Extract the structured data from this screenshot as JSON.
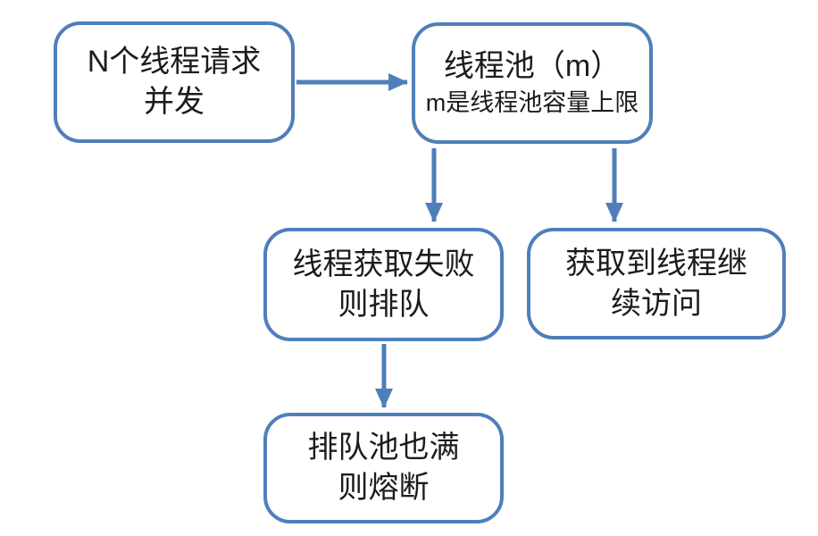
{
  "colors": {
    "border": "#4f7fba",
    "arrow": "#4f7fba",
    "text": "#1c1c1c",
    "node_bg": "#ffffff",
    "canvas_bg": "#ffffff"
  },
  "nodes": [
    {
      "id": "concurrent-requests",
      "line1": "N个线程请求",
      "line2": "并发"
    },
    {
      "id": "thread-pool",
      "line1": "线程池（m）",
      "line2": "m是线程池容量上限"
    },
    {
      "id": "queue-on-failure",
      "line1": "线程获取失败",
      "line2": "则排队"
    },
    {
      "id": "continue-access",
      "line1": "获取到线程继",
      "line2": "续访问"
    },
    {
      "id": "circuit-break",
      "line1": "排队池也满",
      "line2": "则熔断"
    }
  ],
  "edges": [
    {
      "from": "concurrent-requests",
      "to": "thread-pool"
    },
    {
      "from": "thread-pool",
      "to": "queue-on-failure"
    },
    {
      "from": "thread-pool",
      "to": "continue-access"
    },
    {
      "from": "queue-on-failure",
      "to": "circuit-break"
    }
  ]
}
